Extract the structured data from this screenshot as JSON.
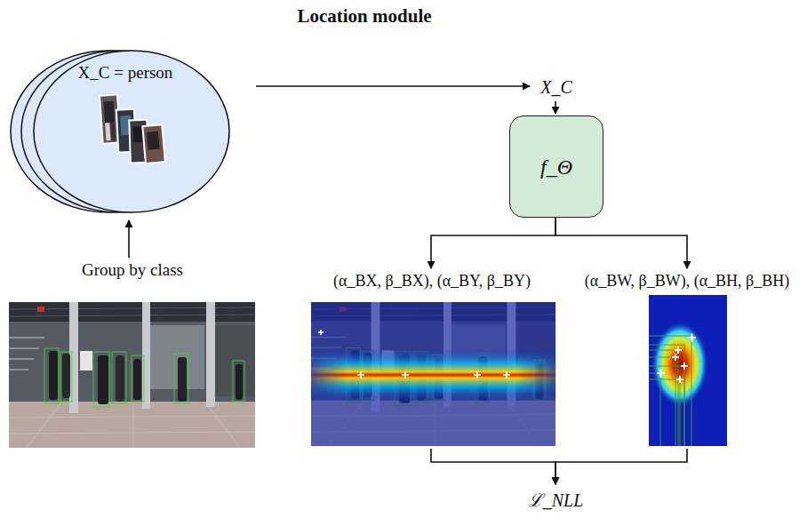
{
  "diagram": {
    "title": "Location module",
    "nodes": [
      {
        "text": [
          "X_C = person"
        ]
      },
      {
        "text": [
          "Group by class"
        ]
      },
      {
        "text": [
          "X_C"
        ]
      },
      {
        "text": [
          "f_Θ"
        ]
      },
      {
        "text": [
          "(α_BX, β_BX), (α_BY, β_BY)"
        ]
      },
      {
        "text": [
          "(α_BW, β_BW), (α_BH, β_BH)"
        ]
      },
      {
        "text": [
          "ℒ_NLL"
        ]
      }
    ],
    "edges": [
      {
        "from": 1,
        "to": 0,
        "arrow": "to"
      },
      {
        "from": 0,
        "to": 2,
        "arrow": "to"
      },
      {
        "from": 2,
        "to": 3,
        "arrow": "to"
      },
      {
        "from": 3,
        "to": 4,
        "arrow": "to"
      },
      {
        "from": 3,
        "to": 5,
        "arrow": "to"
      },
      {
        "from": 4,
        "to": 6,
        "arrow": "to"
      },
      {
        "from": 5,
        "to": 6,
        "arrow": "to"
      }
    ]
  }
}
